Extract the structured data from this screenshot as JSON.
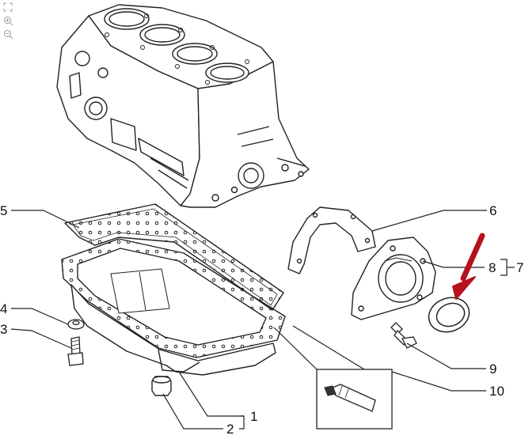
{
  "toolbar": {
    "fit_icon": "fit-screen-icon",
    "zoom_in_icon": "zoom-in-icon",
    "zoom_out_icon": "zoom-out-icon"
  },
  "callouts": {
    "c1": "1",
    "c2": "2",
    "c3": "3",
    "c4": "4",
    "c5": "5",
    "c6": "6",
    "c7": "7",
    "c8": "8",
    "c9": "9",
    "c10": "10"
  },
  "colors": {
    "line": "#222222",
    "arrow": "#b5121b",
    "background": "#ffffff"
  }
}
